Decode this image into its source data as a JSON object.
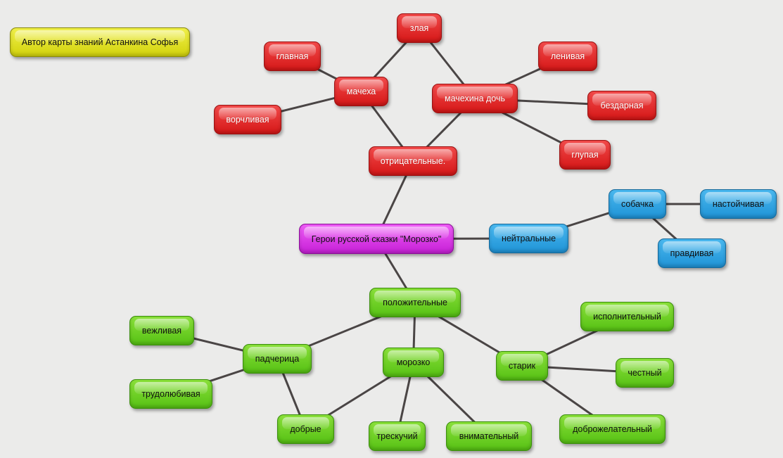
{
  "colors": {
    "red": "#e02424",
    "green": "#6fd125",
    "blue": "#2aa4e4",
    "purple": "#d83ae6",
    "yellow": "#e4e42a",
    "edge": "#4a4545",
    "background": "#ebebea"
  },
  "author": "Автор карты знаний Астанкина Софья",
  "nodes": {
    "root": "Герои русской сказки \"Морозко\"",
    "negative": "отрицательные.",
    "neutral": "нейтральные",
    "positive": "положительные",
    "stepmother": "мачеха",
    "stepmother_daughter": "мачехина дочь",
    "evil": "злая",
    "main": "главная",
    "grumpy": "ворчливая",
    "lazy": "ленивая",
    "talentless": "бездарная",
    "stupid": "глупая",
    "dog": "собачка",
    "persistent": "настойчивая",
    "truthful": "правдивая",
    "stepdaughter": "падчерица",
    "polite": "вежливая",
    "hardworking": "трудолюбивая",
    "kind": "добрые",
    "morozko": "морозко",
    "crackling": "трескучий",
    "attentive": "внимательный",
    "old_man": "старик",
    "diligent": "исполнительный",
    "honest": "честный",
    "benevolent": "доброжелательный"
  },
  "edges": [
    [
      "root",
      "negative"
    ],
    [
      "root",
      "neutral"
    ],
    [
      "root",
      "positive"
    ],
    [
      "negative",
      "stepmother"
    ],
    [
      "negative",
      "stepmother_daughter"
    ],
    [
      "stepmother",
      "evil"
    ],
    [
      "stepmother",
      "main"
    ],
    [
      "stepmother",
      "grumpy"
    ],
    [
      "evil",
      "stepmother_daughter"
    ],
    [
      "stepmother_daughter",
      "lazy"
    ],
    [
      "stepmother_daughter",
      "talentless"
    ],
    [
      "stepmother_daughter",
      "stupid"
    ],
    [
      "neutral",
      "dog"
    ],
    [
      "dog",
      "persistent"
    ],
    [
      "dog",
      "truthful"
    ],
    [
      "positive",
      "stepdaughter"
    ],
    [
      "positive",
      "morozko"
    ],
    [
      "positive",
      "old_man"
    ],
    [
      "stepdaughter",
      "polite"
    ],
    [
      "stepdaughter",
      "hardworking"
    ],
    [
      "stepdaughter",
      "kind"
    ],
    [
      "morozko",
      "kind"
    ],
    [
      "morozko",
      "crackling"
    ],
    [
      "morozko",
      "attentive"
    ],
    [
      "old_man",
      "diligent"
    ],
    [
      "old_man",
      "honest"
    ],
    [
      "old_man",
      "benevolent"
    ]
  ]
}
